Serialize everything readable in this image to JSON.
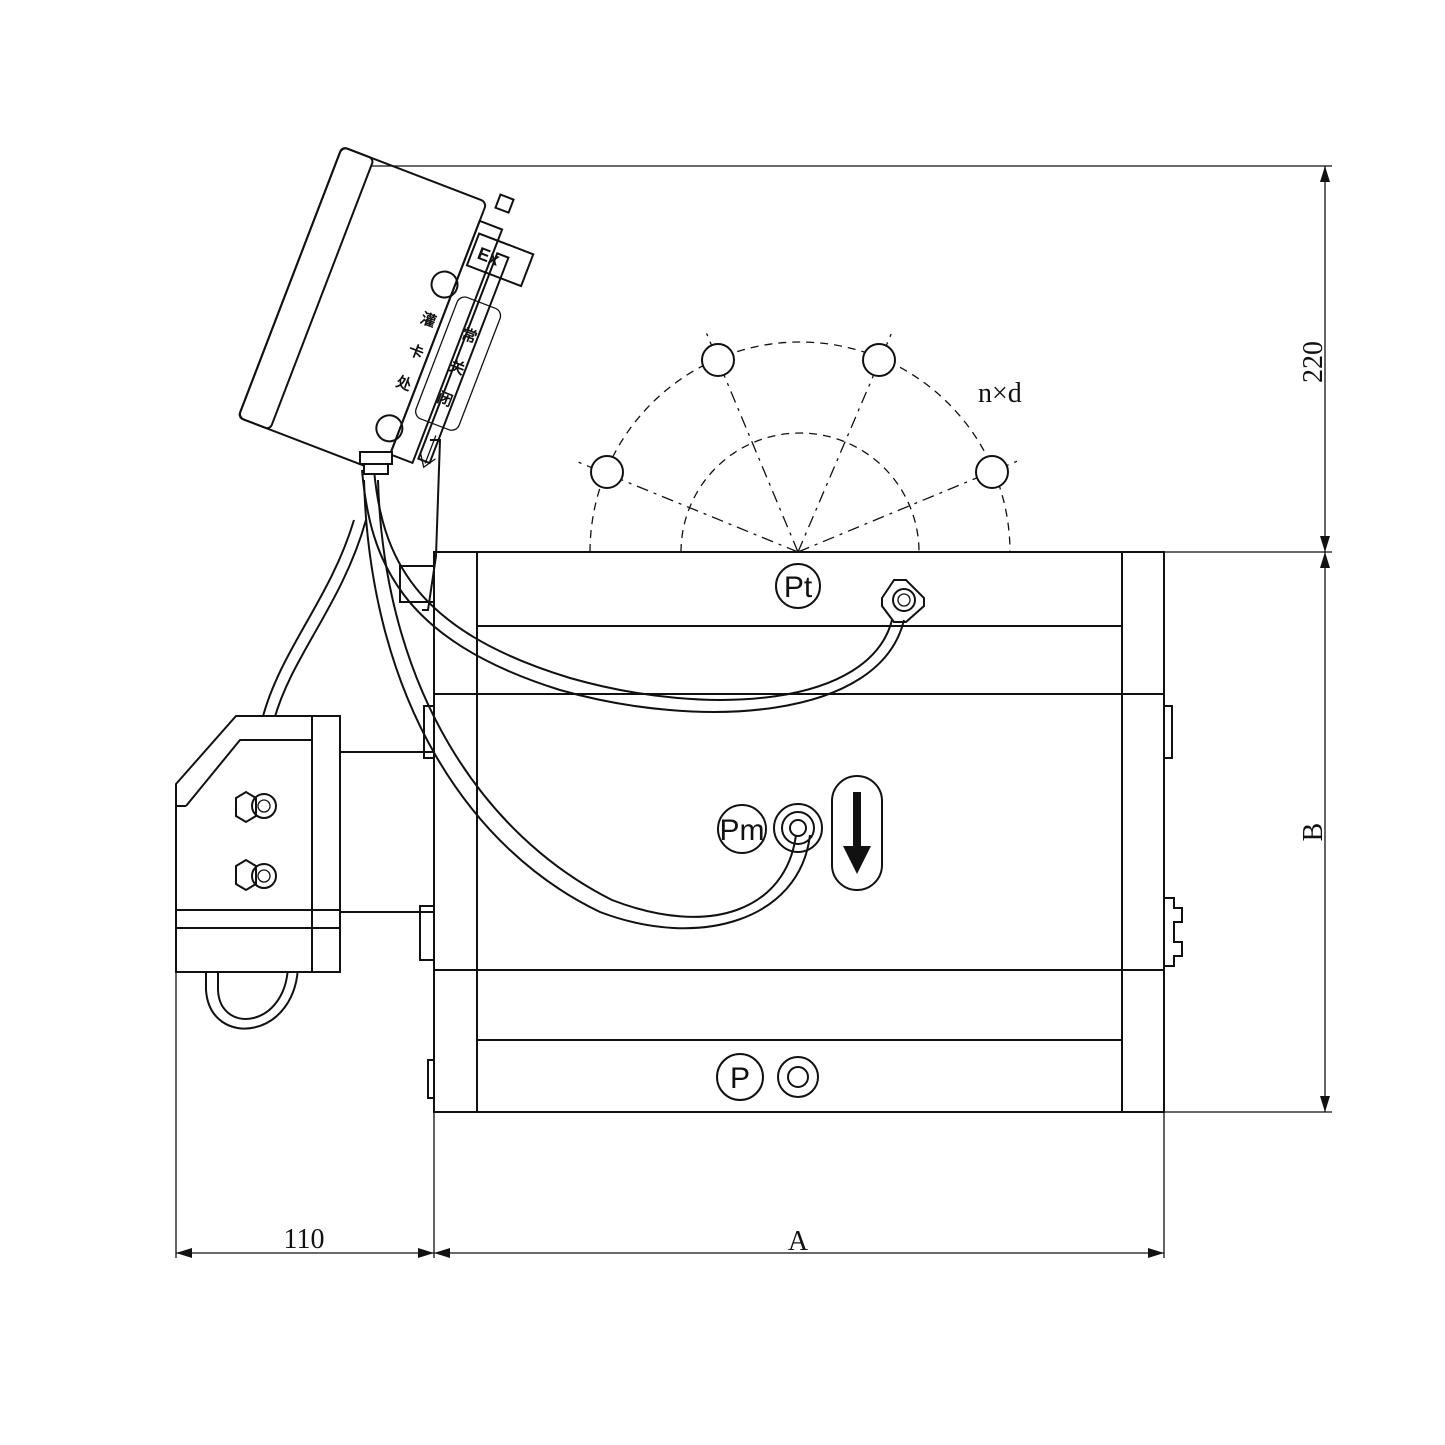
{
  "dimensions": {
    "height_top": "220",
    "body_height": "B",
    "left_width": "110",
    "body_length": "A"
  },
  "labels": {
    "flange_holes": "n×d",
    "port_top": "Pt",
    "port_mid": "Pm",
    "port_bottom": "P",
    "explosion_proof_mark": "Ex"
  },
  "control_box": {
    "left_column": [
      "灌",
      "卡",
      "处"
    ],
    "right_column": [
      "常",
      "关",
      "闭"
    ]
  },
  "colors": {
    "line": "#111111",
    "background": "#ffffff"
  }
}
